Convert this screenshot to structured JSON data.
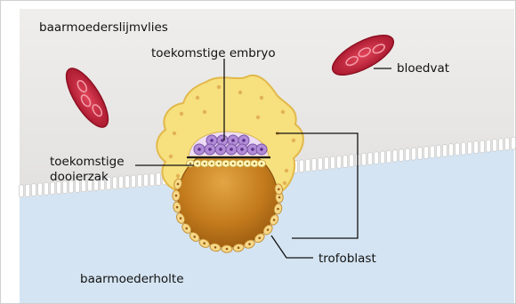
{
  "labels": {
    "endometrium": "baarmoederslijmvlies",
    "future_embryo": "toekomstige embryo",
    "blood_vessel": "bloedvat",
    "future_yolk_sac_line1": "toekomstige",
    "future_yolk_sac_line2": "dooierzak",
    "trophoblast": "trofoblast",
    "uterine_cavity": "baarmoederholte"
  },
  "colors": {
    "endometrium": "#e9e8e6",
    "cavity": "#d4e4f2",
    "blood_vessel": "#c31f33",
    "trophoblast": "#f7e07e",
    "embryo_cells": "#b28cd6",
    "yolk_sac": "#c8811f"
  }
}
